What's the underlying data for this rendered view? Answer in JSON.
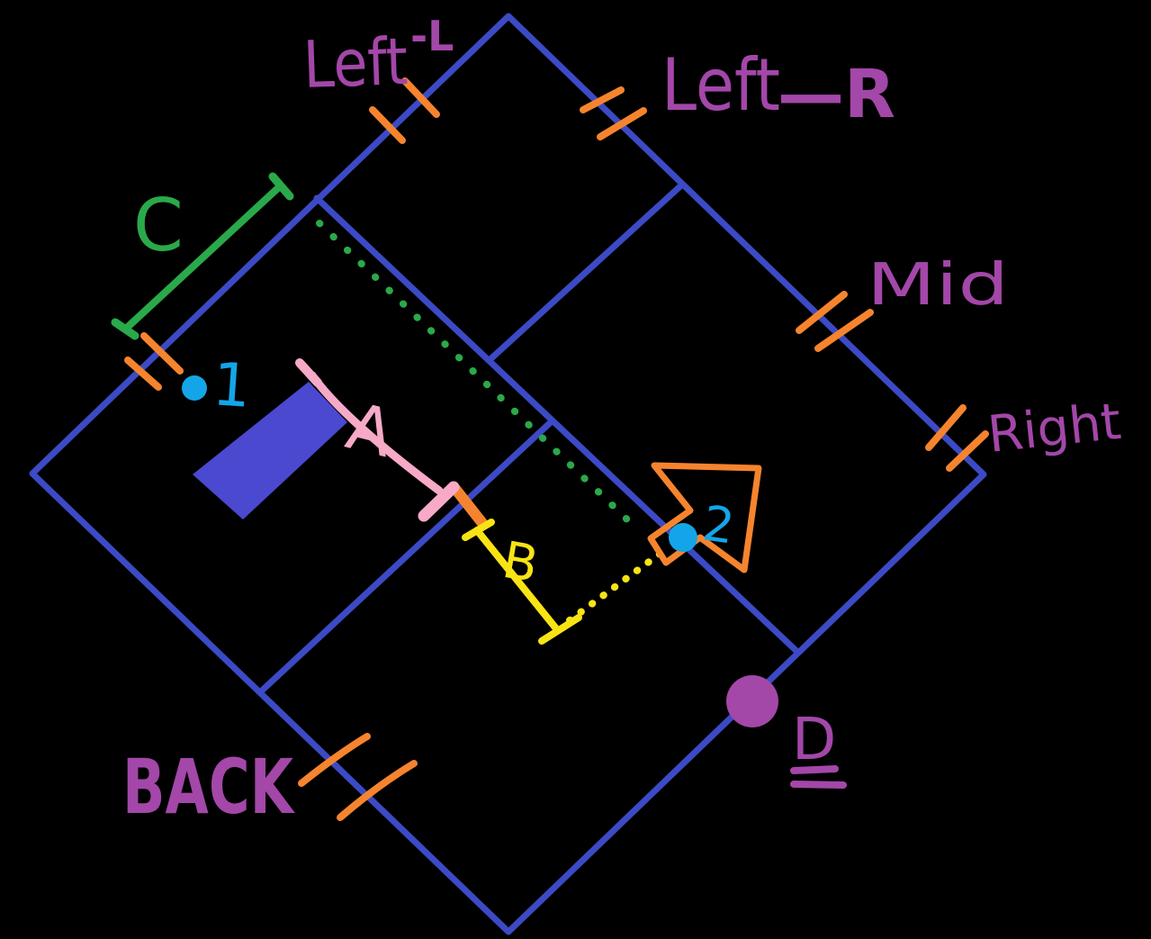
{
  "canvas": {
    "background": "#000000"
  },
  "colors": {
    "wall_blue": "#3c4ac5",
    "flag_indigo": "#4a49d0",
    "tick_orange": "#f6842e",
    "measure_green": "#2aa94a",
    "measure_yellow": "#f8e414",
    "measure_pink": "#f7aac8",
    "point_cyan": "#14a5e8",
    "label_purple": "#a347a9"
  },
  "labels": {
    "left_l": {
      "main": "Left",
      "suffix": "-L"
    },
    "left_r": {
      "main": "Left",
      "suffix": "—R"
    },
    "mid": "Mid",
    "right": "Right",
    "back": "BACK",
    "measure_c": "C",
    "measure_a": "A",
    "measure_b": "B",
    "door_d": "D",
    "point_1": "1",
    "point_2": "2"
  }
}
